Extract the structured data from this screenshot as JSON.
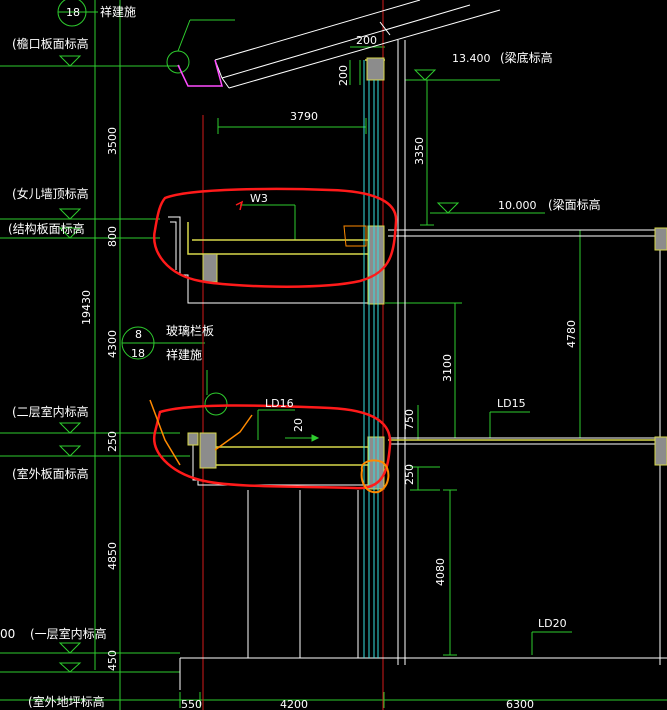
{
  "colors": {
    "background": "#000000",
    "grid_green": "#2ecc2e",
    "white": "#ffffff",
    "yellow": "#d8d84a",
    "red_axis": "#d21a1a",
    "markup_red": "#ff1a1a",
    "markup_orange": "#ff8a00",
    "cyan": "#36e0e0",
    "gray_fill": "#8c8c8c",
    "magenta": "#ff4cff",
    "text": "#ffffff"
  },
  "left_annotations": {
    "top_circle": "18",
    "top_detail": "祥建施",
    "eave": "(檐口板面标高",
    "parapet": "(女儿墙顶标高",
    "structure": "(结构板面标高",
    "second_floor": "(二层室内标高",
    "outdoor_slab": "(室外板面标高",
    "first_floor_value": "00",
    "first_floor": "(一层室内标高",
    "outdoor_ground": "(室外地坪标高"
  },
  "vertical_dims": {
    "d3500": "3500",
    "d800": "800",
    "d19430": "19430",
    "d4300": "4300",
    "d250": "250",
    "d4850": "4850",
    "d450": "450"
  },
  "glass_callout": {
    "circle_top": "8",
    "circle_bottom": "18",
    "title": "玻璃栏板",
    "detail": "祥建施"
  },
  "top_labels": {
    "dim200_h": "200",
    "dim200_v": "200",
    "beam_bottom_value": "13.400",
    "beam_bottom": "(梁底标高",
    "dim3790": "3790",
    "dim3350": "3350",
    "beam_top_value": "10.000",
    "beam_top": "(梁面标高",
    "w3": "W3"
  },
  "mid_labels": {
    "dim4780": "4780",
    "dim3100": "3100",
    "ld16": "LD16",
    "slope20": "20",
    "dim750": "750",
    "ld15": "LD15",
    "dim250": "250",
    "dim4080": "4080",
    "ld20": "LD20"
  },
  "bottom_dims": {
    "d550": "550",
    "d4200": "4200",
    "d6300": "6300"
  }
}
